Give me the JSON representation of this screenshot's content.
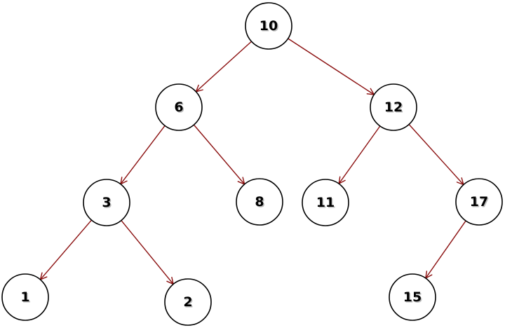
{
  "tree": {
    "nodes": [
      {
        "id": "n10",
        "label": "10"
      },
      {
        "id": "n6",
        "label": "6"
      },
      {
        "id": "n12",
        "label": "12"
      },
      {
        "id": "n3",
        "label": "3"
      },
      {
        "id": "n8",
        "label": "8"
      },
      {
        "id": "n11",
        "label": "11"
      },
      {
        "id": "n17",
        "label": "17"
      },
      {
        "id": "n1",
        "label": "1"
      },
      {
        "id": "n2",
        "label": "2"
      },
      {
        "id": "n15",
        "label": "15"
      }
    ],
    "edges": [
      {
        "from": "n10",
        "to": "n6"
      },
      {
        "from": "n10",
        "to": "n12"
      },
      {
        "from": "n6",
        "to": "n3"
      },
      {
        "from": "n6",
        "to": "n8"
      },
      {
        "from": "n12",
        "to": "n11"
      },
      {
        "from": "n12",
        "to": "n17"
      },
      {
        "from": "n3",
        "to": "n1"
      },
      {
        "from": "n3",
        "to": "n2"
      },
      {
        "from": "n17",
        "to": "n15"
      }
    ],
    "colors": {
      "edge": "#8b1010",
      "node_border": "#000000",
      "node_fill": "#ffffff",
      "label": "#000000"
    }
  }
}
